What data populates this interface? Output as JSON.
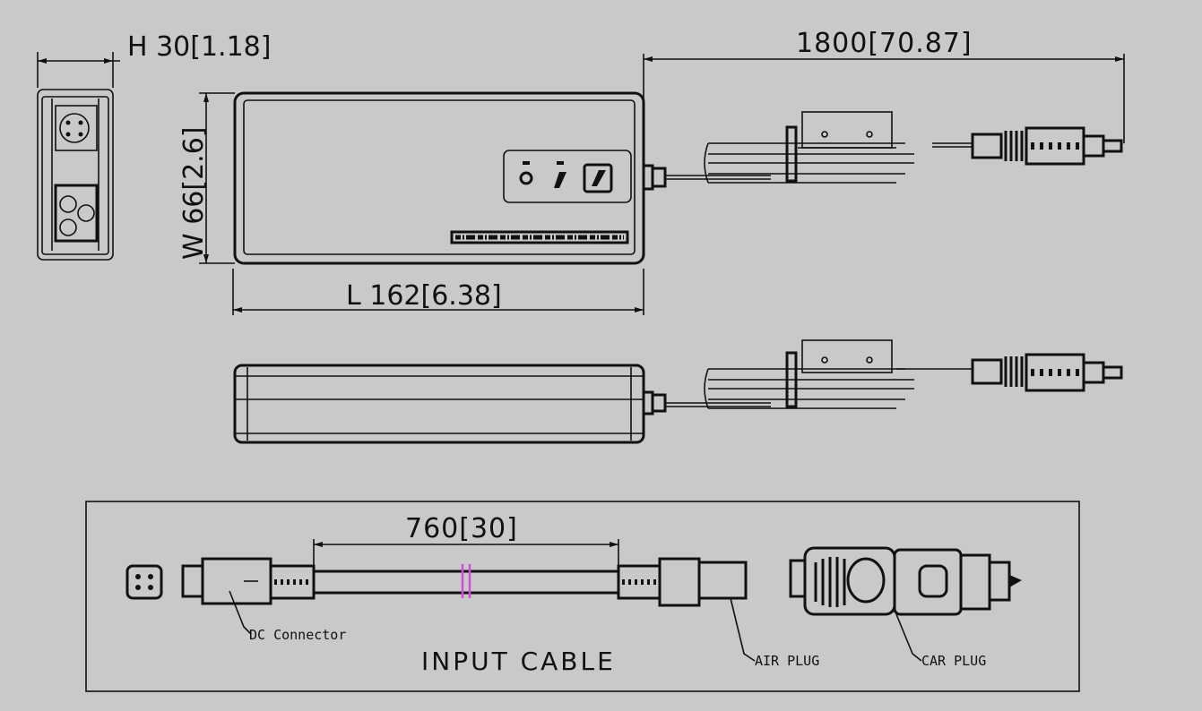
{
  "dimensions": {
    "height": "H 30[1.18]",
    "width": "W 66[2.6]",
    "length": "L 162[6.38]",
    "cable_length": "1800[70.87]",
    "input_cable_length": "760[30]"
  },
  "labels": {
    "dc_connector": "DC Connector",
    "air_plug": "AIR PLUG",
    "car_plug": "CAR PLUG",
    "input_cable": "INPUT CABLE"
  },
  "colors": {
    "background": "#c9c9c9",
    "line": "#111111",
    "break_mark": "#d24bd2"
  }
}
